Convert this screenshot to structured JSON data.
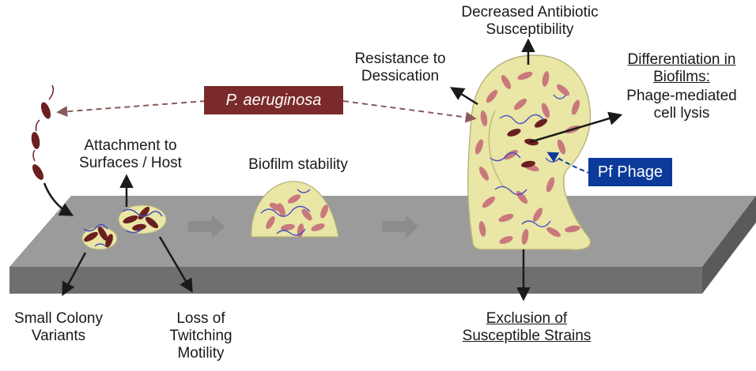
{
  "labels": {
    "decreased_antibiotic": [
      "Decreased Antibiotic",
      "Susceptibility"
    ],
    "resistance": [
      "Resistance to",
      "Dessication"
    ],
    "differentiation_title": [
      "Differentiation in",
      "Biofilms:"
    ],
    "differentiation_sub": [
      "Phage-mediated",
      "cell lysis"
    ],
    "attachment": [
      "Attachment to",
      "Surfaces / Host"
    ],
    "biofilm_stability": "Biofilm stability",
    "small_colony": [
      "Small Colony",
      "Variants"
    ],
    "loss_twitching": [
      "Loss of",
      "Twitching",
      "Motility"
    ],
    "exclusion": [
      "Exclusion of",
      "Susceptible Strains"
    ]
  },
  "tags": {
    "pseudomonas": "P. aeruginosa",
    "pf_phage": "Pf Phage"
  },
  "colors": {
    "surface_top": "#9b9b9b",
    "surface_front": "#6f6f6f",
    "biofilm_matrix": "#e9e6a6",
    "biofilm_edge": "#b7b27a",
    "bacterium": "#c9787c",
    "bacterium_dark": "#6b1f1f",
    "phage": "#4a4fbf",
    "pseudomonas_tag": "#7a2a2a",
    "pf_tag": "#0b3a9a",
    "process_arrow": "#8c8c8c"
  },
  "icons": [
    "arrow-icon",
    "bacterium-icon",
    "phage-icon"
  ]
}
